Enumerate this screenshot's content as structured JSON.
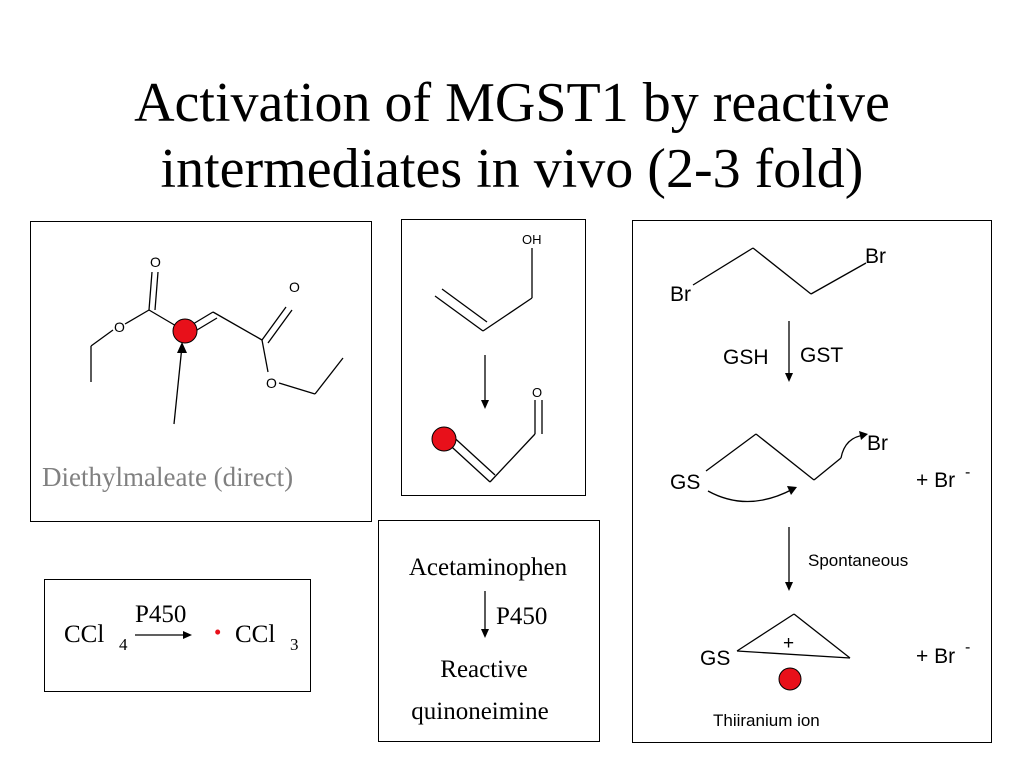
{
  "title": {
    "line1": "Activation of MGST1 by reactive",
    "line2": "intermediates in vivo (2-3 fold)"
  },
  "colors": {
    "marker": "#e8101a",
    "caption_gray": "#808080"
  },
  "panel_diethylmaleate": {
    "o_top": "O",
    "o_right": "O",
    "o_left": "O",
    "o_bottom": "O",
    "caption": "Diethylmaleate (direct)"
  },
  "panel_allyl": {
    "oh": "OH",
    "o": "O"
  },
  "panel_dibromoethane": {
    "br_top": "Br",
    "br_left": "Br",
    "gsh": "GSH",
    "gst": "GST",
    "gs_mid": "GS",
    "br_mid": "Br",
    "plus_br_mid": "+ Br",
    "minus_mid": "-",
    "spontaneous": "Spontaneous",
    "gs_bottom": "GS",
    "plus_ring": "+",
    "plus_br_bottom": "+ Br",
    "minus_bottom": "-",
    "thiiranium": "Thiiranium ion"
  },
  "panel_ccl4": {
    "ccl4_main": "CCl",
    "ccl4_sub": "4",
    "p450": "P450",
    "radical_dot": "•",
    "ccl3_main": "CCl",
    "ccl3_sub": "3"
  },
  "panel_acetaminophen": {
    "name": "Acetaminophen",
    "p450": "P450",
    "line1": "Reactive",
    "line2": "quinoneimine"
  }
}
